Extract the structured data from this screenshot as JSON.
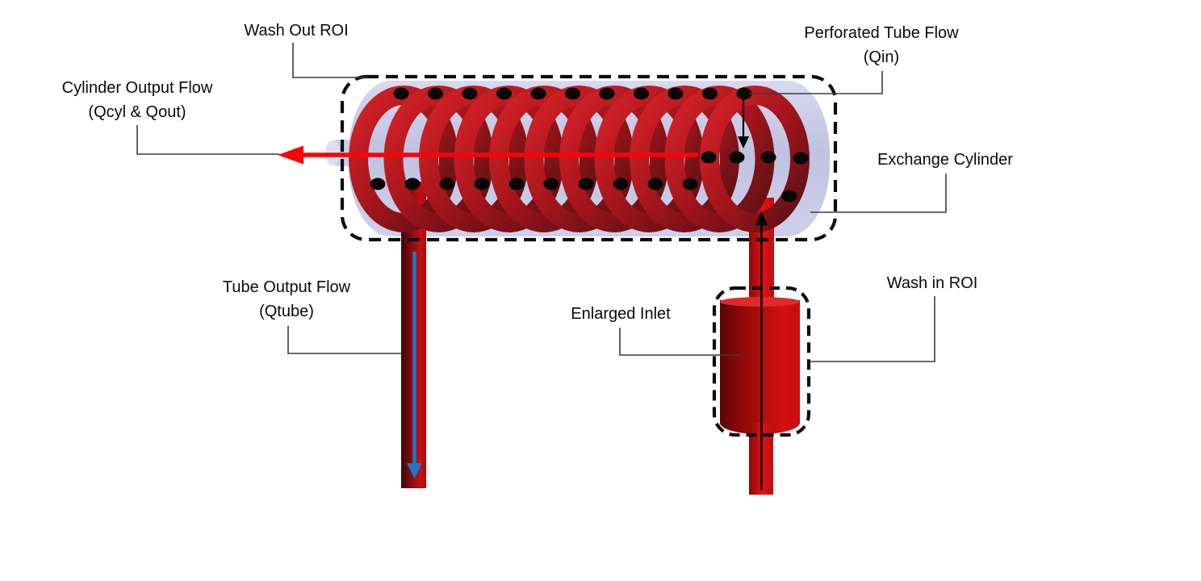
{
  "figure": {
    "labels": {
      "wash_out_roi": "Wash Out ROI",
      "perforated_tube_flow_line1": "Perforated Tube Flow",
      "perforated_tube_flow_line2": "(Qin)",
      "cylinder_output_flow_line1": "Cylinder Output Flow",
      "cylinder_output_flow_line2": "(Qcyl & Qout)",
      "exchange_cylinder": "Exchange Cylinder",
      "tube_output_flow_line1": "Tube Output Flow",
      "tube_output_flow_line2": "(Qtube)",
      "enlarged_inlet": "Enlarged Inlet",
      "wash_in_roi": "Wash in ROI"
    },
    "coil": {
      "loops": 11,
      "perforation_dots": {
        "top_row": 11,
        "bottom_row": 10,
        "middle_row": 4,
        "extra": 1
      }
    },
    "annotations": {
      "roi_boxes": [
        "wash-out-roi-box",
        "wash-in-roi-box"
      ],
      "flow_arrows": [
        {
          "name": "cylinder-output-flow-arrow",
          "direction": "left",
          "color": "#f80505"
        },
        {
          "name": "tube-output-flow-arrow",
          "direction": "down",
          "color": "#1e78c8"
        },
        {
          "name": "inlet-flow-arrow",
          "direction": "up",
          "color": "#000000"
        },
        {
          "name": "perforated-inflow-arrow",
          "direction": "down",
          "color": "#000000"
        }
      ]
    },
    "colors": {
      "coil_red_bright": "#d62228",
      "coil_red_dark": "#581014",
      "exchange_cylinder_lavender": "#c6c9e6",
      "output_arrow_red": "#f80505",
      "tube_output_arrow_blue": "#1e78c8",
      "annotation_black": "#000000"
    }
  }
}
